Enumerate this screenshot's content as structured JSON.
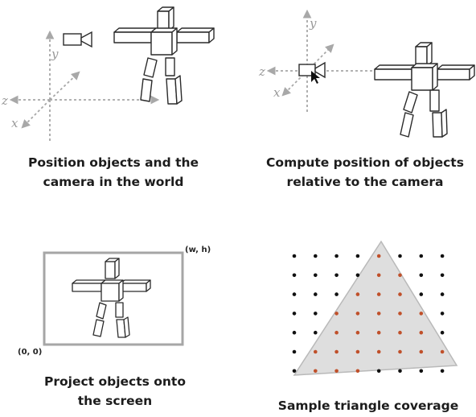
{
  "panels": [
    {
      "id": "position-world",
      "caption_lines": [
        "Position objects and the",
        "camera in the world"
      ],
      "axes": [
        "x",
        "y",
        "z"
      ]
    },
    {
      "id": "relative-camera",
      "caption_lines": [
        "Compute position of objects",
        "relative to the camera"
      ],
      "axes": [
        "x",
        "y",
        "z"
      ]
    },
    {
      "id": "project-screen",
      "caption_lines": [
        "Project objects onto",
        "the screen"
      ],
      "corner_top_right": "(w, h)",
      "corner_bottom_left": "(0, 0)"
    },
    {
      "id": "triangle-coverage",
      "caption_lines": [
        "Sample triangle coverage"
      ],
      "sample_grid": {
        "columns": 8,
        "rows": 7
      },
      "colors": {
        "inside_sample": "#c0502a",
        "outside_sample": "#111111",
        "triangle_fill": "#dedede",
        "triangle_stroke": "#b9b9b9"
      }
    }
  ],
  "colors": {
    "axis": "#a8a8a8",
    "figure_stroke": "#2a2a2a",
    "screen_border": "#a6a6a6"
  }
}
